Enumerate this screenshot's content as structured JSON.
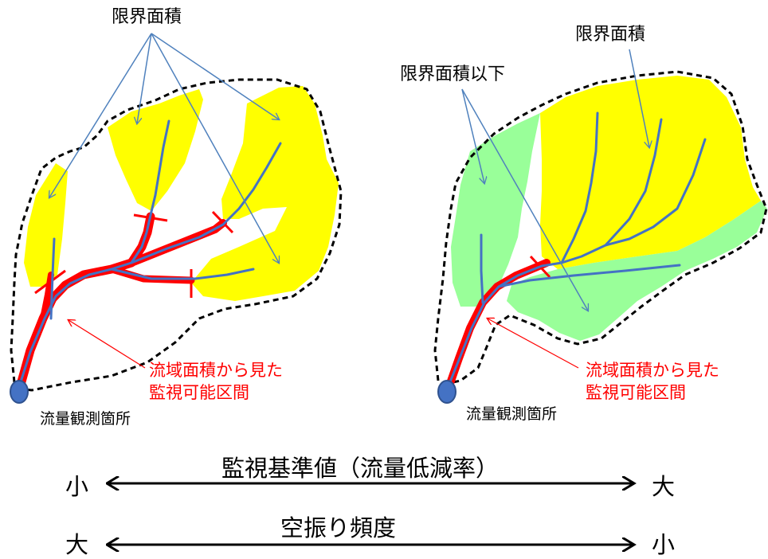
{
  "left_panel": {
    "critical_area_label": "限界面積",
    "monitorable_label_line1": "流域面積から見た",
    "monitorable_label_line2": "監視可能区間",
    "station_label": "流量観測箇所"
  },
  "right_panel": {
    "critical_area_label": "限界面積",
    "below_critical_label": "限界面積以下",
    "monitorable_label_line1": "流域面積から見た",
    "monitorable_label_line2": "監視可能区間",
    "station_label": "流量観測箇所"
  },
  "scales": [
    {
      "title": "監視基準値（流量低減率）",
      "left_end": "小",
      "right_end": "大"
    },
    {
      "title": "空振り頻度",
      "left_end": "大",
      "right_end": "小"
    }
  ],
  "colors": {
    "above_critical_fill": "#ffff00",
    "below_critical_fill": "#99ff99",
    "river": "#4472c4",
    "monitorable_reach": "#ff0000",
    "station_marker": "#4472c4",
    "leader_line": "#4f81bd"
  }
}
